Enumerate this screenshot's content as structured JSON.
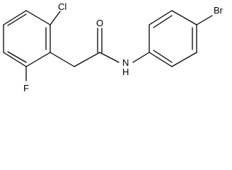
{
  "molecule": {
    "atoms": {
      "chlorine": "Cl",
      "fluorine": "F",
      "oxygen": "O",
      "nitrogen": "N",
      "hydrogen": "H",
      "bromine": "Br"
    }
  }
}
